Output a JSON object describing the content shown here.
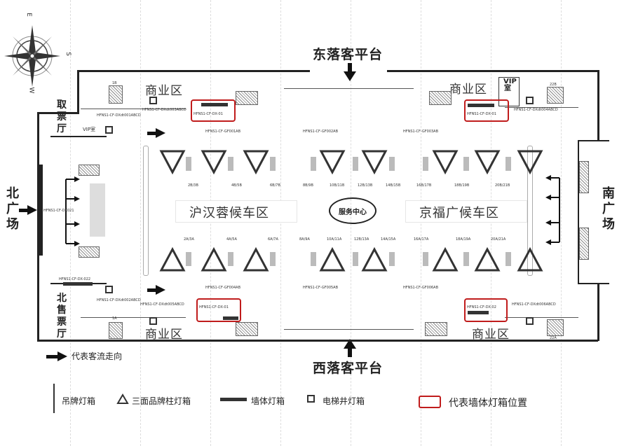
{
  "platforms": {
    "east": "东落客平台",
    "west": "西落客平台"
  },
  "plazas": {
    "north": "北广场",
    "south": "南广场"
  },
  "halls": {
    "ticket_pickup": "取票厅",
    "ticket_sale": "北售票厅",
    "vip": "VIP室",
    "vip_room_right": "VIP室"
  },
  "zones": {
    "commerce": "商业区",
    "waiting_left": "沪汉蓉候车区",
    "waiting_right": "京福广候车区",
    "service": "服务中心"
  },
  "codes": {
    "wall_tl": "HFNS1-CF-DX-01",
    "wall_tr": "HFNS1-CF-DX-01",
    "wall_bl": "HFNS1-CF-DX-01",
    "wall_br": "HFNS1-CF-DX-02",
    "gf001": "HFNS1-CF-GF001AB",
    "gf002": "HFNS1-CF-GF002AB",
    "gf003": "HFNS1-CF-GF003AB",
    "gf004": "HFNS1-CF-GF004AB",
    "gf005": "HFNS1-CF-GF005AB",
    "gf006": "HFNS1-CF-GF006AB",
    "dx_tl": "HFNS1-CF-DXdt003ABCD",
    "dx_tr": "HFNS1-CF-DXdt004ABCD",
    "dx_ticket": "HFNS1-CF-DXdt001ABCD",
    "dx_sale": "HFNS1-CF-DXdt002ABCD",
    "dx_bl": "HFNS1-CF-DXdt005ABCD",
    "dx_br": "HFNS1-CF-DXdt006ABCD",
    "dx022": "HFNS1-CF-DX-022",
    "dx021": "HFNS1-CF-DX021"
  },
  "gates_top": [
    "1B",
    "22B"
  ],
  "gates_bottom": [
    "1A",
    "22A"
  ],
  "gate_labels_top": [
    "2B/3B",
    "4B/5B",
    "6B/7B",
    "8B/9B",
    "10B/11B",
    "12B/13B",
    "14B/15B",
    "16B/17B",
    "18B/19B",
    "20B/21B"
  ],
  "gate_labels_bottom": [
    "2A/3A",
    "4A/5A",
    "6A/7A",
    "8A/9A",
    "10A/11A",
    "12B/13A",
    "14A/15A",
    "16A/17A",
    "18A/19A",
    "20A/21A"
  ],
  "compass": {
    "e": "E",
    "s": "S",
    "w": "W"
  },
  "legend": {
    "flow": "代表客流走向",
    "hanging": "吊牌灯箱",
    "triangle": "三面品牌柱灯箱",
    "wall": "墙体灯箱",
    "elevator": "电梯井灯箱",
    "highlight": "代表墙体灯箱位置"
  },
  "colors": {
    "highlight": "#c01c1c",
    "ink": "#222222"
  }
}
